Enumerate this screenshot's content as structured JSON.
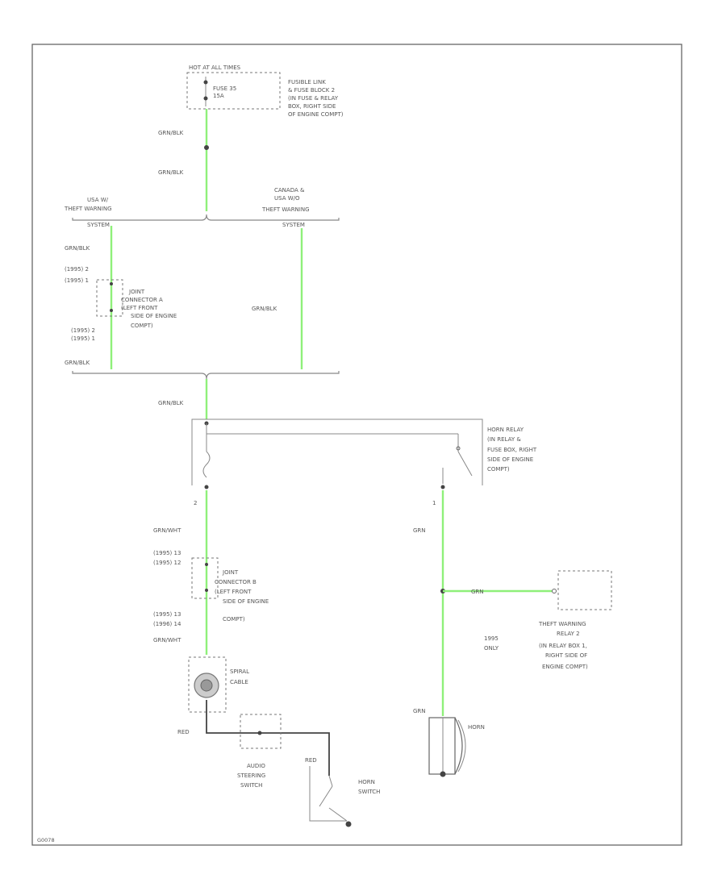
{
  "labels": {
    "hot_at_all_times": "HOT AT ALL TIMES",
    "fuse": [
      "FUSE 35",
      "15A"
    ],
    "fusible_link": [
      "FUSIBLE LINK",
      "& FUSE BLOCK 2",
      "(IN FUSE & RELAY",
      "BOX, RIGHT SIDE",
      "OF ENGINE COMPT)"
    ],
    "wire_grn_blk_1": "GRN/BLK",
    "wire_grn_blk_2": "GRN/BLK",
    "usa_w_theft": [
      "USA W/",
      "THEFT WARNING",
      "SYSTEM"
    ],
    "canada_theft": [
      "CANADA &",
      "USA W/O",
      "THEFT WARNING",
      "SYSTEM"
    ],
    "wire_grn_blk_left_top": "GRN/BLK",
    "jc_top_pins": [
      "(1995) 2",
      "(1995) 1"
    ],
    "joint_connector_a": [
      "JOINT",
      "CONNECTOR A",
      "(LEFT FRONT",
      "SIDE OF ENGINE",
      "COMPT)"
    ],
    "jc_bottom_pins": [
      "(1995) 2",
      "(1995) 1"
    ],
    "wire_grn_blk_right": "GRN/BLK",
    "wire_grn_blk_left_bottom": "GRN/BLK",
    "wire_grn_blk_center": "GRN/BLK",
    "horn_relay": [
      "HORN RELAY",
      "(IN RELAY &",
      "FUSE BOX, RIGHT",
      "SIDE OF ENGINE",
      "COMPT)"
    ],
    "pin_2": "2",
    "pin_1": "1",
    "wire_grn_wht_1": "GRN/WHT",
    "wire_grn": "GRN",
    "jc2_top_pins": [
      "(1995) 13",
      "(1995) 12"
    ],
    "joint_connector_b": [
      "JOINT",
      "CONNECTOR B",
      "(LEFT FRONT",
      "SIDE OF ENGINE",
      "COMPT)"
    ],
    "jc2_bottom_pins": [
      "(1995) 13",
      "(1996) 14"
    ],
    "wire_grn_wht_2": "GRN/WHT",
    "wire_grn_branch": "GRN",
    "theft_relay": [
      "THEFT WARNING",
      "RELAY 2",
      "(IN RELAY BOX 1,",
      "RIGHT SIDE OF",
      "ENGINE COMPT)"
    ],
    "usa_only": [
      "1995",
      "ONLY"
    ],
    "spiral_cable": [
      "SPIRAL",
      "CABLE"
    ],
    "wire_grn_horn": "GRN",
    "horn": "HORN",
    "wire_red_1": "RED",
    "audio_switch": [
      "AUDIO",
      "STEERING",
      "SWITCH"
    ],
    "wire_red_2": "RED",
    "horn_switch": [
      "HORN",
      "SWITCH"
    ],
    "figure_id": "G0078"
  }
}
